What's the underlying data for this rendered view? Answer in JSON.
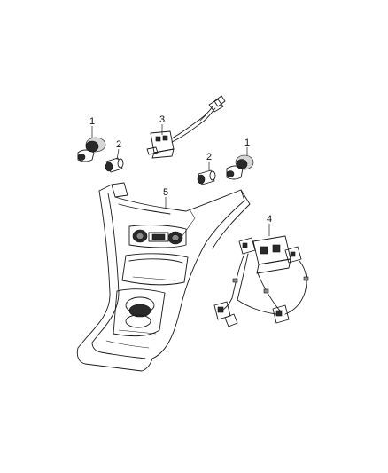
{
  "callouts": {
    "c1a": "1",
    "c1b": "1",
    "c2a": "2",
    "c2b": "2",
    "c3": "3",
    "c4": "4",
    "c5": "5"
  }
}
